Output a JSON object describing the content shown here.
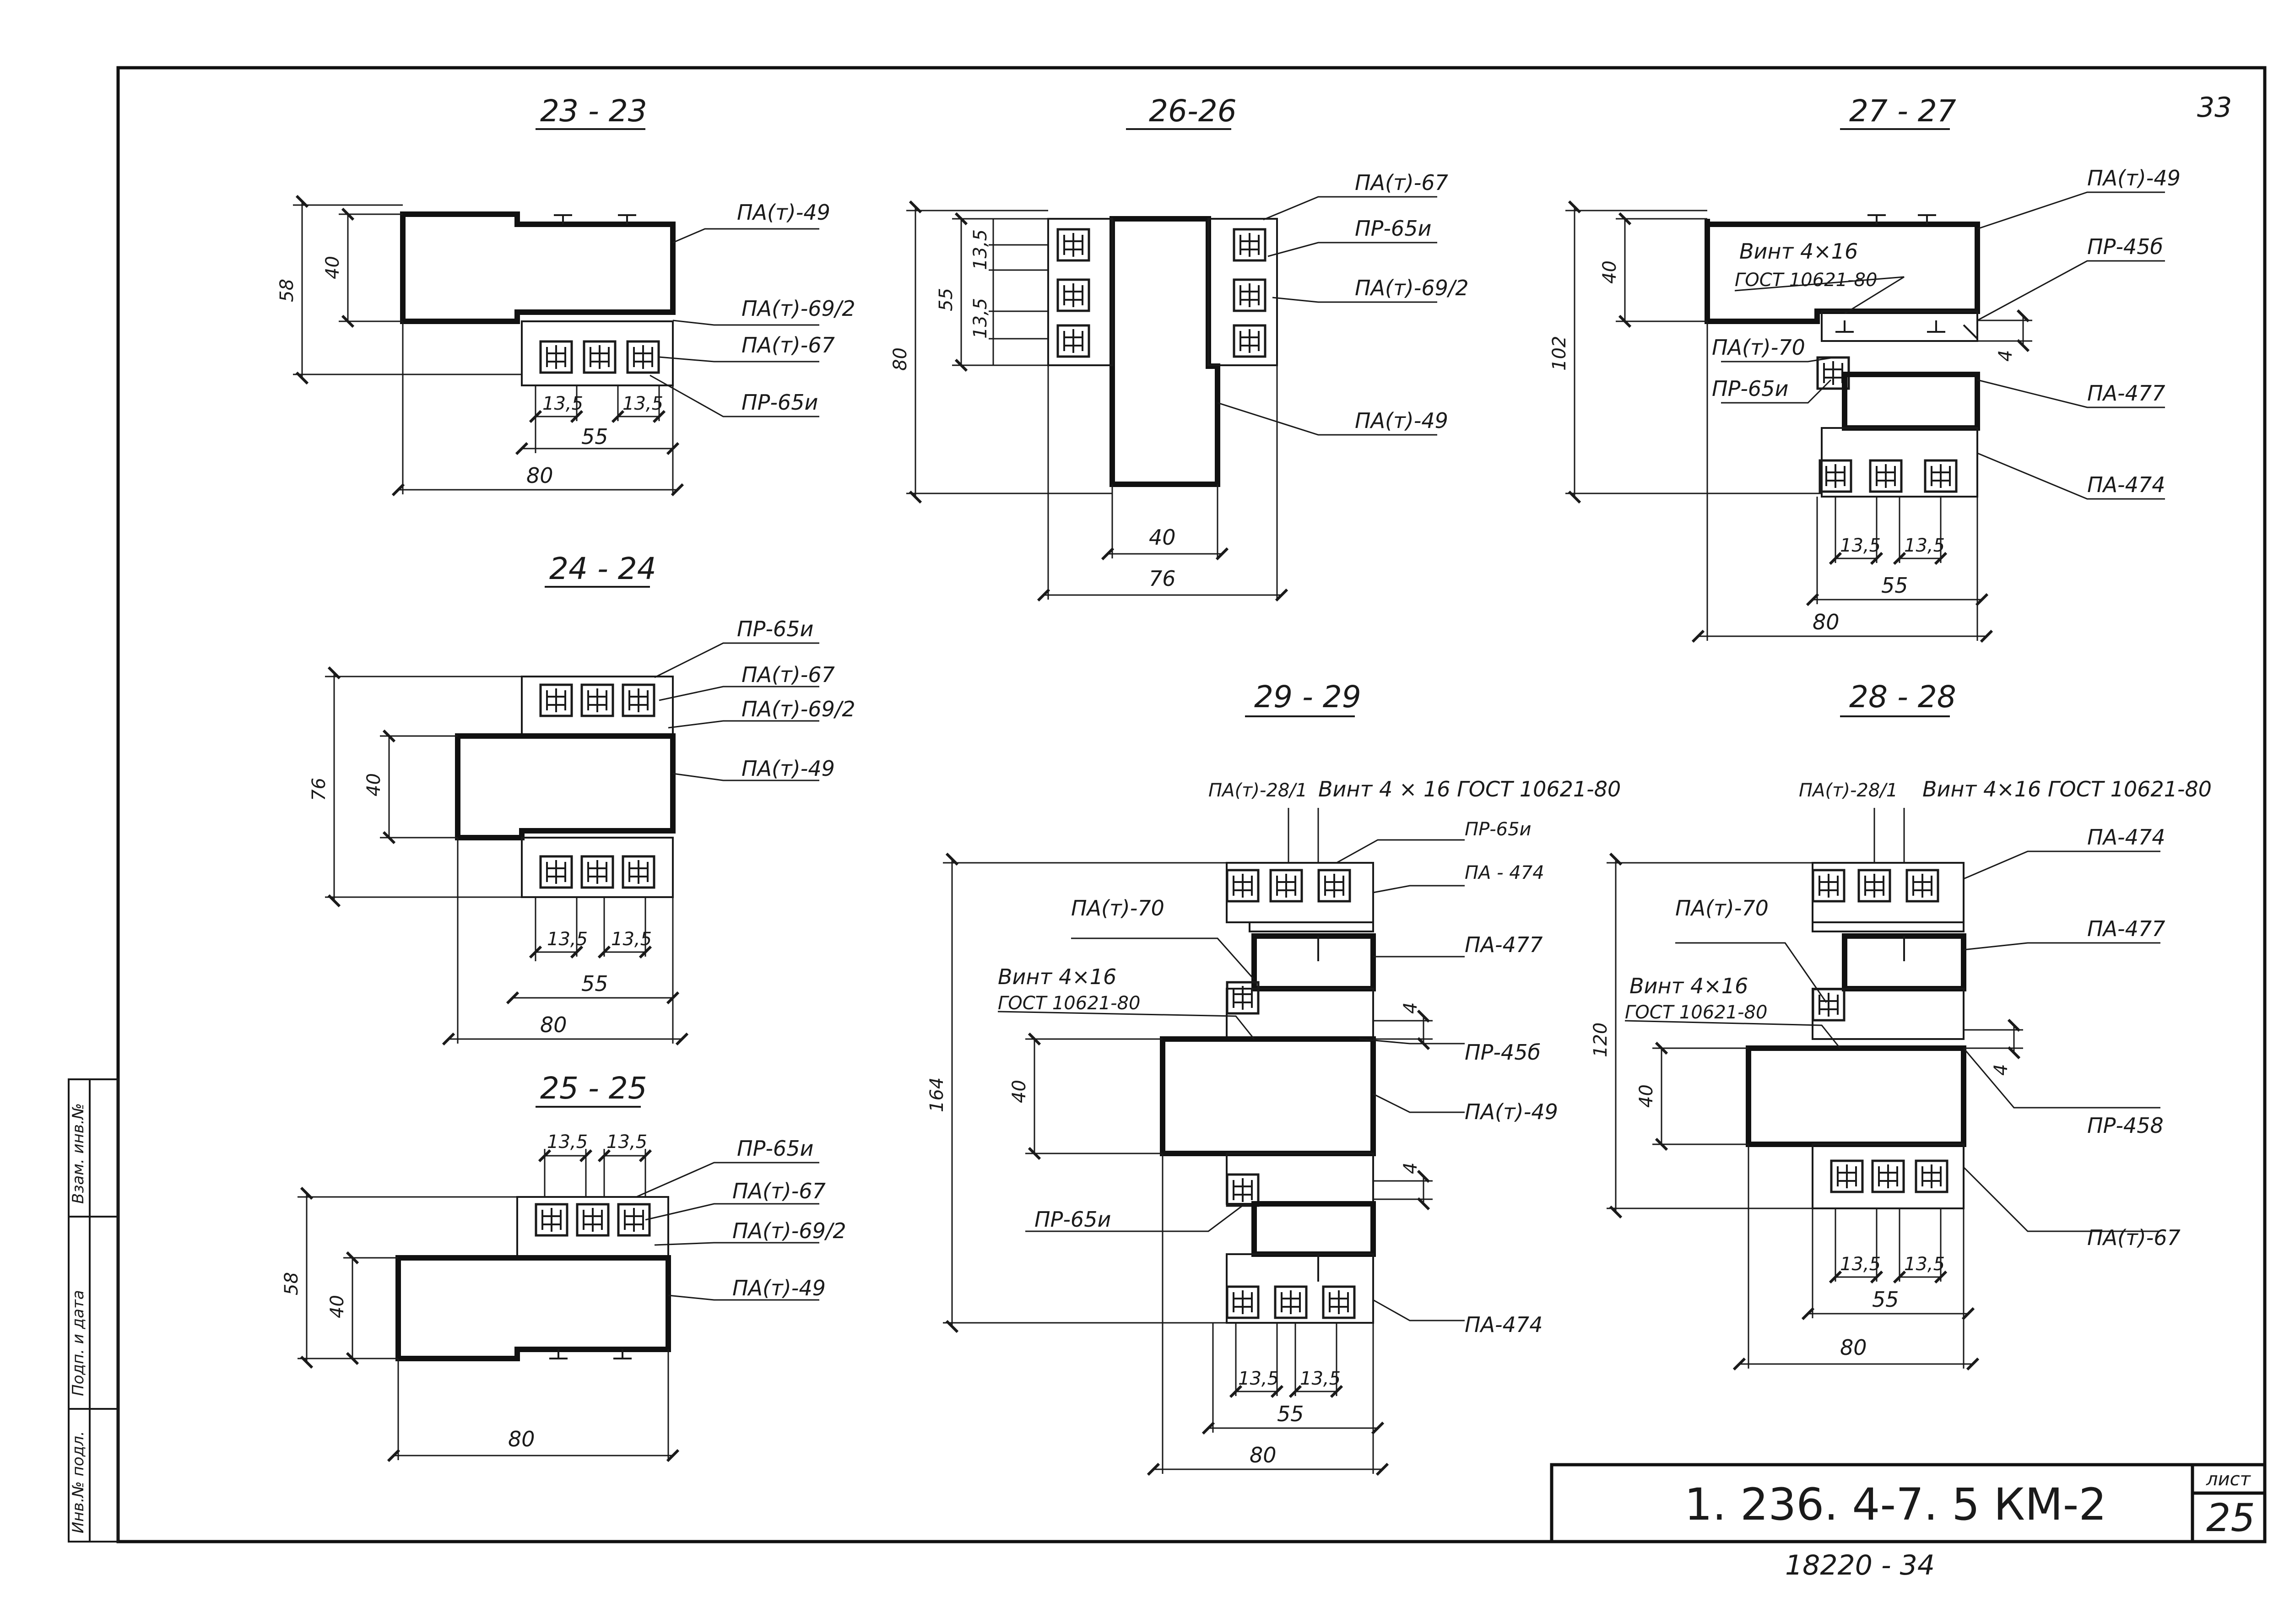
{
  "sheet": {
    "corner_number": "33",
    "designation": "1. 236. 4-7. 5 КМ-2",
    "sheet_label": "лист",
    "sheet_number": "25",
    "archive_number": "18220 - 34",
    "side_stamp": [
      "Инв.№ подл.",
      "Подп. и дата",
      "Взам. инв.№"
    ]
  },
  "sections": {
    "s23": {
      "title": "23 - 23",
      "labels": [
        "ПА(т)-49",
        "ПА(т)-69/2",
        "ПА(т)-67",
        "ПР-65и"
      ],
      "dims": {
        "h_outer": "58",
        "h_inner": "40",
        "w55": "55",
        "w80": "80",
        "a": "13,5",
        "b": "13,5"
      }
    },
    "s24": {
      "title": "24 - 24",
      "labels": [
        "ПР-65и",
        "ПА(т)-67",
        "ПА(т)-69/2",
        "ПА(т)-49"
      ],
      "dims": {
        "h_outer": "76",
        "h_inner": "40",
        "w55": "55",
        "w80": "80",
        "a": "13,5",
        "b": "13,5"
      }
    },
    "s25": {
      "title": "25 - 25",
      "labels": [
        "ПР-65и",
        "ПА(т)-67",
        "ПА(т)-69/2",
        "ПА(т)-49"
      ],
      "dims": {
        "h_outer": "58",
        "h_inner": "40",
        "w80": "80",
        "a": "13,5",
        "b": "13,5"
      }
    },
    "s26": {
      "title": "26-26",
      "labels": [
        "ПА(т)-67",
        "ПР-65и",
        "ПА(т)-69/2",
        "ПА(т)-49"
      ],
      "dims": {
        "h_outer": "80",
        "h_inner": "55",
        "a": "13,5",
        "b": "13,5",
        "w40": "40",
        "w76": "76"
      }
    },
    "s27": {
      "title": "27 - 27",
      "labels": [
        "ПА(т)-49",
        "ПР-45б",
        "ПА-477",
        "ПА-474",
        "ПА(т)-70",
        "ПР-65и"
      ],
      "screw": [
        "Винт 4×16",
        "ГОСТ 10621-80"
      ],
      "dims": {
        "h_outer": "102",
        "h_inner": "40",
        "gap": "4",
        "a": "13,5",
        "b": "13,5",
        "w55": "55",
        "w80": "80"
      }
    },
    "s28": {
      "title": "28 - 28",
      "labels": [
        "ПА(т)-28/1",
        "ПА-474",
        "ПА-477",
        "ПА(т)-70",
        "ПР-458",
        "ПА(т)-67"
      ],
      "screw_top": "Винт 4×16 ГОСТ 10621-80",
      "screw": [
        "Винт 4×16",
        "ГОСТ 10621-80"
      ],
      "dims": {
        "h_outer": "120",
        "h_inner": "40",
        "gap": "4",
        "a": "13,5",
        "b": "13,5",
        "w55": "55",
        "w80": "80"
      }
    },
    "s29": {
      "title": "29 - 29",
      "labels": [
        "ПА(т)-28/1",
        "ПР-65и",
        "ПА - 474",
        "ПА-477",
        "ПА(т)-70",
        "ПР-45б",
        "ПА(т)-49",
        "ПР-65и",
        "ПА-474"
      ],
      "screw_top": "Винт 4 × 16 ГОСТ 10621-80",
      "screw": [
        "Винт 4×16",
        "ГОСТ 10621-80"
      ],
      "dims": {
        "h_outer": "164",
        "h_inner": "40",
        "gap1": "4",
        "gap2": "4",
        "a": "13,5",
        "b": "13,5",
        "w55": "55",
        "w80": "80"
      }
    }
  }
}
